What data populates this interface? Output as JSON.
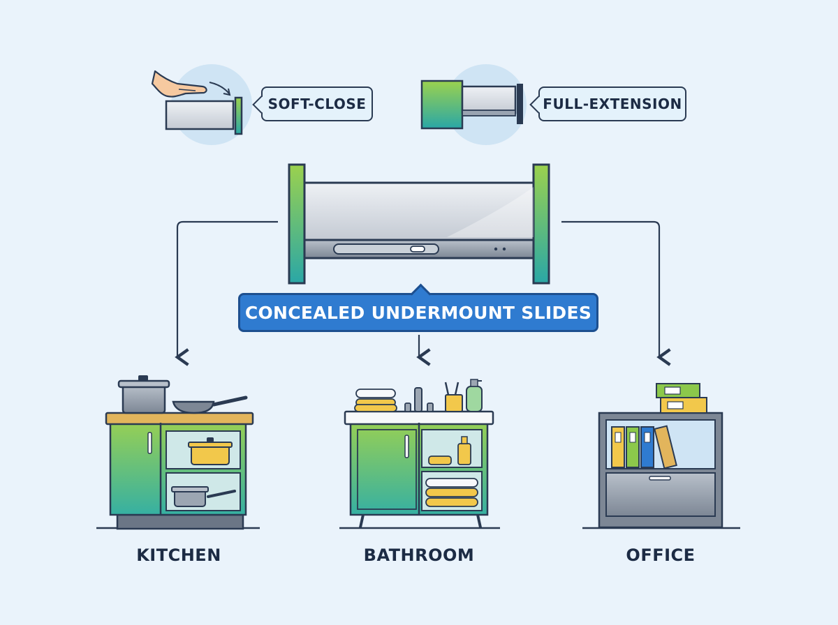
{
  "features": {
    "soft_close": "SOFT-CLOSE",
    "full_extension": "FULL-EXTENSION"
  },
  "main": {
    "title": "CONCEALED UNDERMOUNT SLIDES"
  },
  "applications": {
    "kitchen": "KITCHEN",
    "bathroom": "BATHROOM",
    "office": "OFFICE"
  },
  "colors": {
    "background": "#eaf3fb",
    "outline": "#2a3a52",
    "accent_blue": "#2f7bd0",
    "green": "#8cc84b",
    "teal": "#2fae9c",
    "yellow": "#f2c84b",
    "wood": "#e2b55c"
  }
}
